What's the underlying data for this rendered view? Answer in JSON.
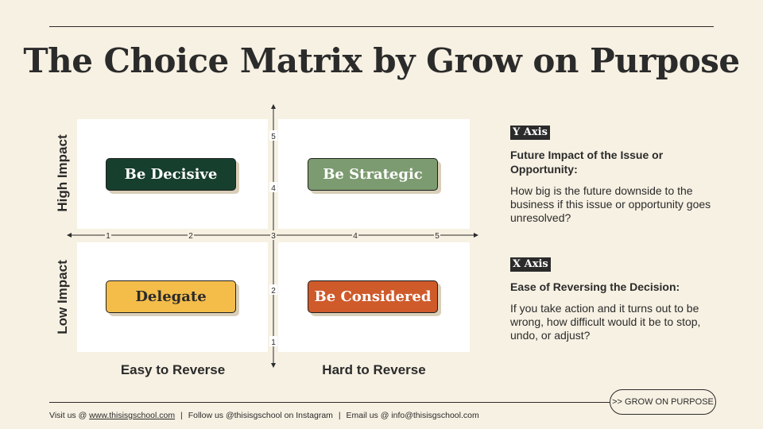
{
  "title": "The Choice Matrix by Grow on Purpose",
  "matrix": {
    "quadrants": {
      "top_left": "Be Decisive",
      "top_right": "Be Strategic",
      "bottom_left": "Delegate",
      "bottom_right": "Be Considered"
    },
    "y_labels": {
      "high": "High Impact",
      "low": "Low Impact"
    },
    "x_labels": {
      "easy": "Easy to Reverse",
      "hard": "Hard to Reverse"
    },
    "x_ticks": [
      "1",
      "2",
      "3",
      "4",
      "5"
    ],
    "y_ticks": [
      "5",
      "4",
      "2",
      "1"
    ],
    "colors": {
      "be_decisive": "#173f2e",
      "be_strategic": "#7c9b70",
      "delegate": "#f4bd4a",
      "be_considered": "#cf5a2a"
    }
  },
  "side": {
    "y_axis": {
      "heading": "Y Axis",
      "subheading": "Future Impact of the Issue or Opportunity:",
      "description": "How big is the future downside to the business if this issue or opportunity goes unresolved?"
    },
    "x_axis": {
      "heading": "X Axis",
      "subheading": "Ease of Reversing the Decision:",
      "description": "If you take action and it turns out to be wrong, how difficult would it be to stop, undo, or adjust?"
    }
  },
  "footer": {
    "visit_prefix": "Visit us @",
    "website": "www.thisisgschool.com",
    "separator": "|",
    "follow": "Follow us @thisisgschool on Instagram",
    "email": "Email us @ info@thisisgschool.com",
    "brand_button": ">> GROW ON PURPOSE"
  }
}
